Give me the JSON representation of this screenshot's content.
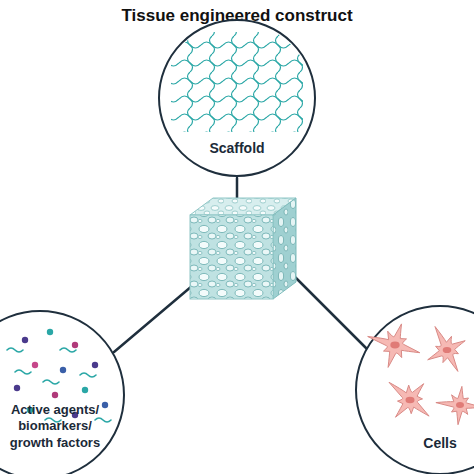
{
  "diagram": {
    "title": "Tissue engineered construct",
    "nodes": [
      {
        "text": [
          "Scaffold"
        ]
      },
      {
        "text": [
          "Active agents/ biomarkers/ growth factors"
        ]
      },
      {
        "text": [
          "Cells"
        ]
      }
    ]
  }
}
